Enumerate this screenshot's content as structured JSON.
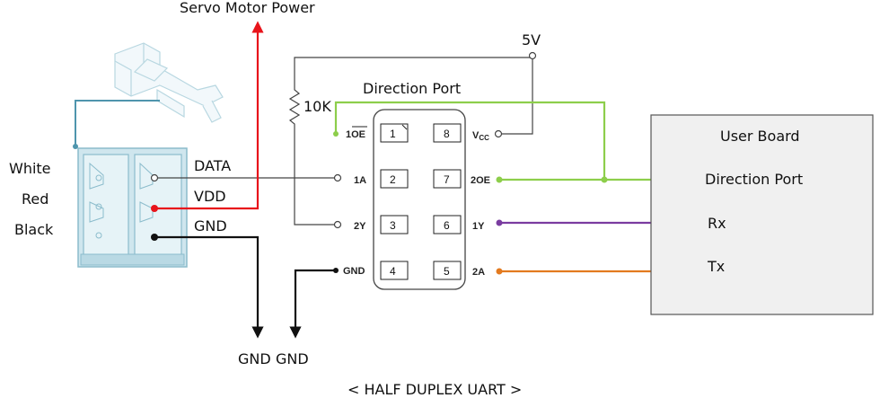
{
  "labels": {
    "servo_power": "Servo Motor Power",
    "vcc_5v": "5V",
    "resistor": "10K",
    "direction_port_top": "Direction Port",
    "user_board": "User Board",
    "ub_direction_port": "Direction Port",
    "ub_rx": "Rx",
    "ub_tx": "Tx",
    "gnd_left": "GND",
    "gnd_right": "GND",
    "caption": "< HALF DUPLEX UART >"
  },
  "cable": {
    "white": "White",
    "red": "Red",
    "black": "Black"
  },
  "signals": {
    "data": "DATA",
    "vdd": "VDD",
    "gnd": "GND"
  },
  "ic": {
    "left_pins": [
      {
        "label": "1OE",
        "overline": true,
        "number": "1"
      },
      {
        "label": "1A",
        "overline": false,
        "number": "2"
      },
      {
        "label": "2Y",
        "overline": false,
        "number": "3"
      },
      {
        "label": "GND",
        "overline": false,
        "number": "4"
      }
    ],
    "right_pins": [
      {
        "label": "V",
        "sub": "CC",
        "number": "8"
      },
      {
        "label": "2OE",
        "sub": "",
        "number": "7"
      },
      {
        "label": "1Y",
        "sub": "",
        "number": "6"
      },
      {
        "label": "2A",
        "sub": "",
        "number": "5"
      }
    ]
  },
  "colors": {
    "power": "#e8141b",
    "ground": "#111111",
    "direction": "#8dce4b",
    "rx": "#7a3ca0",
    "tx": "#e37a1f",
    "connector": "#c8e4ee",
    "connector_stroke": "#5a9fb5",
    "wire": "#444444"
  }
}
